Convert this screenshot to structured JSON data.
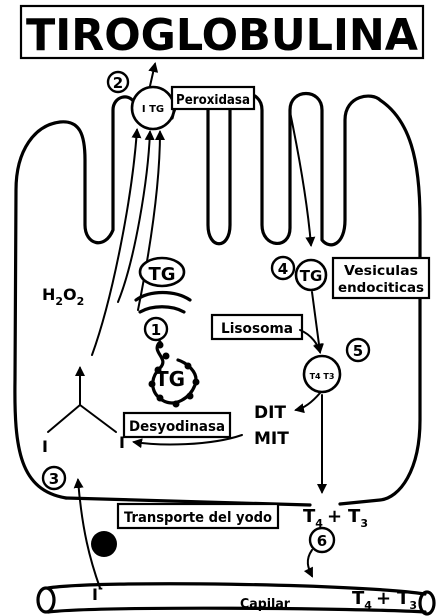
{
  "title": "TIROGLOBULINA",
  "steps": {
    "s1": "1",
    "s2": "2",
    "s3": "3",
    "s4": "4",
    "s5": "5",
    "s6": "6"
  },
  "labels": {
    "itg": "I TG",
    "peroxidasa": "Peroxidasa",
    "h2o2_h": "H",
    "h2o2_sub1": "2",
    "h2o2_o": "O",
    "h2o2_sub2": "2",
    "tg": "TG",
    "vesiculas_line1": "Vesiculas",
    "vesiculas_line2": "endociticas",
    "lisosoma": "Lisosoma",
    "desyodinasa": "Desyodinasa",
    "dit": "DIT",
    "mit": "MIT",
    "iodide": "I",
    "iodide_minus": "-",
    "transporte": "Transporte del yodo",
    "t4": "T",
    "t4_sub": "4",
    "plus": "+",
    "t3": "T",
    "t3_sub": "3",
    "capilar": "Capilar",
    "cap_t4": "T",
    "cap_t4_sub": "4",
    "cap_plus": "+",
    "cap_t3": "T",
    "cap_t3_sub": "3",
    "cap_iodide": "I",
    "cap_iodide_minus": "-",
    "lys_content": "T4 T3"
  }
}
